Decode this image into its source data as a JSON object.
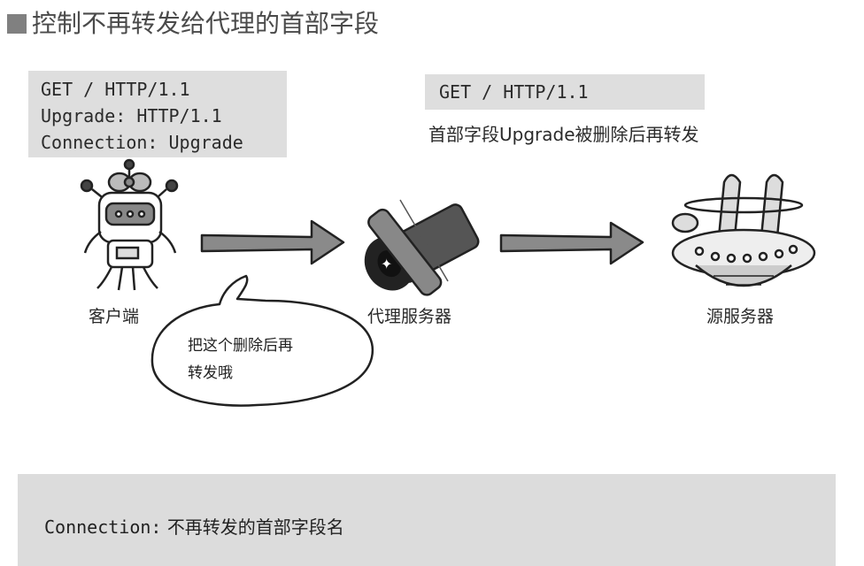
{
  "title": "控制不再转发给代理的首部字段",
  "client_request": {
    "lines": [
      "GET / HTTP/1.1",
      "Upgrade: HTTP/1.1",
      "Connection: Upgrade"
    ]
  },
  "proxy_request": {
    "line": "GET / HTTP/1.1",
    "note": "首部字段Upgrade被删除后再转发"
  },
  "labels": {
    "client": "客户端",
    "proxy": "代理服务器",
    "origin": "源服务器"
  },
  "speech_bubble": {
    "line1": "把这个删除后再",
    "line2": "转发哦"
  },
  "footer": {
    "keyword": "Connection:",
    "description": "不再转发的首部字段名"
  },
  "colors": {
    "box_gray": "#dedede",
    "footer_gray": "#dcdcdc",
    "arrow_gray": "#8a8a8a"
  },
  "icons": {
    "client": "robot-client-icon",
    "proxy": "proxy-cylinder-icon",
    "origin": "ufo-origin-server-icon"
  }
}
